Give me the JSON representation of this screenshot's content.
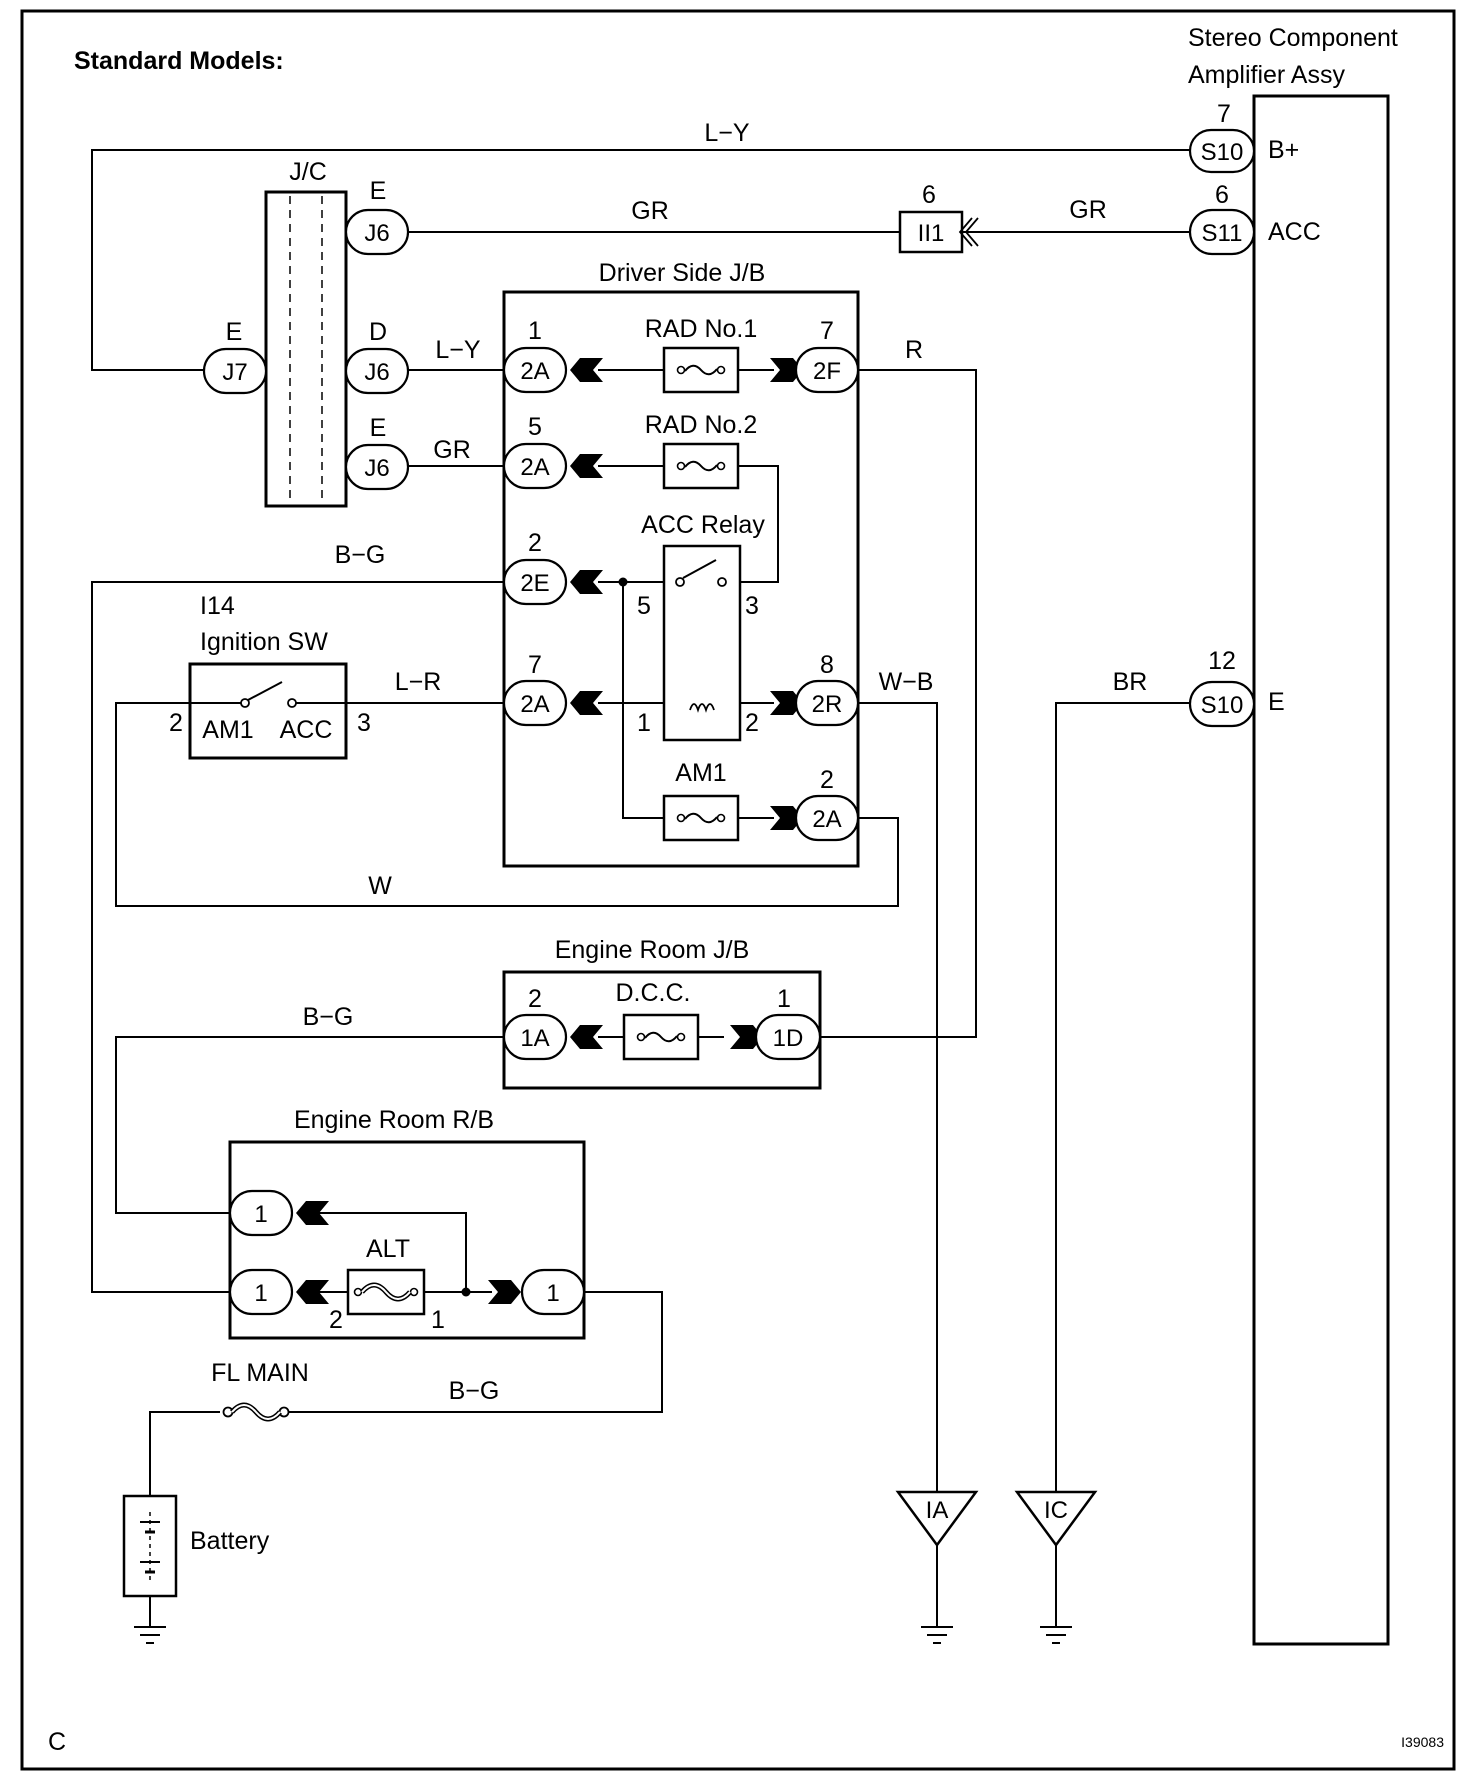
{
  "header": {
    "title": "Standard Models:",
    "corner_left": "C",
    "figure_id": "I39083"
  },
  "components": {
    "stereo_amp": {
      "name_line1": "Stereo Component",
      "name_line2": "Amplifier Assy"
    },
    "jc": {
      "name": "J/C"
    },
    "driver_jb": {
      "name": "Driver Side J/B"
    },
    "ignition_sw": {
      "code": "I14",
      "name": "Ignition SW",
      "pin_left": "AM1",
      "pin_right": "ACC"
    },
    "engine_jb": {
      "name": "Engine Room J/B"
    },
    "engine_rb": {
      "name": "Engine Room R/B"
    },
    "battery": {
      "name": "Battery"
    }
  },
  "fuses": {
    "rad1": "RAD No.1",
    "rad2": "RAD No.2",
    "am1": "AM1",
    "dcc": "D.C.C.",
    "alt": "ALT",
    "fl_main": "FL MAIN",
    "acc_relay": "ACC Relay"
  },
  "connectors": {
    "s10_top": "S10",
    "s11": "S11",
    "s10_bottom": "S10",
    "ii1": "II1",
    "j6_top": "J6",
    "j7": "J7",
    "j6_mid": "J6",
    "j6_bottom": "J6",
    "c2a_1": "2A",
    "c2f": "2F",
    "c2a_5": "2A",
    "c2e": "2E",
    "c2a_7": "2A",
    "c2r": "2R",
    "c2a_2": "2A",
    "c1a": "1A",
    "c1d": "1D",
    "rb1_top": "1",
    "rb1_left": "1",
    "rb1_right": "1"
  },
  "pins": {
    "s10_top": "7",
    "s11": "6",
    "ii1": "6",
    "s10_bottom": "12",
    "amp_bplus": "B+",
    "amp_acc": "ACC",
    "amp_e": "E",
    "j6_top": "E",
    "j7": "E",
    "j6_mid": "D",
    "j6_bottom": "E",
    "c2a_1": "1",
    "c2f": "7",
    "c2a_5": "5",
    "c2e": "2",
    "c2a_7": "7",
    "c2r": "8",
    "c2a_2": "2",
    "relay_5": "5",
    "relay_3": "3",
    "relay_1": "1",
    "relay_2": "2",
    "ig_2": "2",
    "ig_3": "3",
    "c1a": "2",
    "c1d": "1",
    "alt_2": "2",
    "alt_1": "1"
  },
  "wires": {
    "ly_top": "L−Y",
    "gr_right": "GR",
    "gr_left": "GR",
    "ly_mid": "L−Y",
    "r": "R",
    "gr_low": "GR",
    "bg_top": "B−G",
    "lr": "L−R",
    "wb": "W−B",
    "br": "BR",
    "w": "W",
    "bg_mid": "B−G",
    "bg_bottom": "B−G"
  },
  "grounds": {
    "ia": "IA",
    "ic": "IC"
  }
}
